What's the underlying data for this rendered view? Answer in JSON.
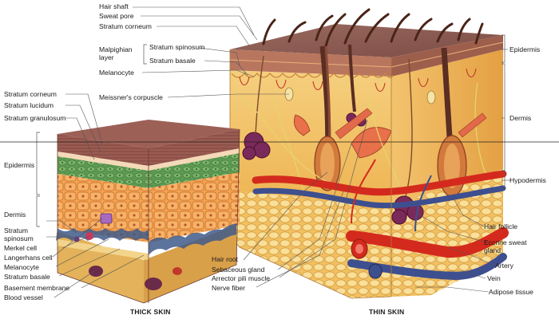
{
  "labels_top": {
    "hair_shaft": "Hair shaft",
    "sweat_pore": "Sweat pore",
    "stratum_corneum": "Stratum corneum",
    "malpighian_layer": "Malpighian\nlayer",
    "stratum_spinosum": "Stratum spinosum",
    "stratum_basale": "Stratum basale",
    "melanocyte": "Melanocyte",
    "meissners_corpuscle": "Meissner's corpuscle"
  },
  "labels_left": {
    "stratum_corneum": "Stratum corneum",
    "stratum_lucidum": "Stratum lucidum",
    "stratum_granulosum": "Stratum granulosum",
    "epidermis": "Epidermis",
    "dermis": "Dermis",
    "stratum_spinosum": "Stratum\nspinosum",
    "merkel_cell": "Merkel cell",
    "langerhans_cell": "Langerhans cell",
    "melanocyte": "Melanocyte",
    "stratum_basale": "Stratum basale",
    "basement_membrane": "Basement membrane",
    "blood_vessel": "Blood vessel"
  },
  "labels_bottom": {
    "hair_root": "Hair root",
    "sebaceous_gland": "Sebaceous gland",
    "arrector_pili_muscle": "Arrector pili muscle",
    "nerve_fiber": "Nerve fiber"
  },
  "labels_right": {
    "epidermis": "Epidermis",
    "dermis": "Dermis",
    "hypodermis": "Hypodermis",
    "hair_follicle": "Hair follicle",
    "eccrine_sweat_gland": "Eccrine sweat\ngland",
    "artery": "Artery",
    "vein": "Vein",
    "adipose_tissue": "Adipose tissue"
  },
  "captions": {
    "thick_skin": "THICK SKIN",
    "thin_skin": "THIN SKIN"
  },
  "colors": {
    "epidermis_top": "#8a5a52",
    "epidermis_side": "#a2645a",
    "dermis": "#f2c673",
    "dermis_deep": "#e9b25a",
    "fat": "#f7d889",
    "artery": "#d42a1e",
    "vein": "#4a5a9a",
    "gland": "#b23a2e",
    "hair": "#5a2e22",
    "granulosum": "#4f8a4a",
    "cell_orange": "#e88a3a"
  }
}
